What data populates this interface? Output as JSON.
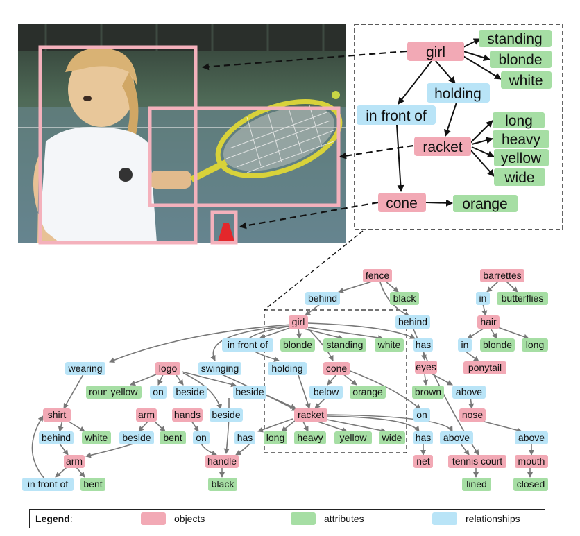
{
  "colors": {
    "object": "#f2a9b5",
    "attribute": "#a6dea4",
    "relationship": "#b9e4f7",
    "box_stroke": "#f4b1bc",
    "edge": "#777777"
  },
  "photo": {
    "description_icon": "tennis-girl-photo"
  },
  "inset_graph": {
    "nodes": [
      {
        "id": "girl",
        "label": "girl",
        "type": "object"
      },
      {
        "id": "standing",
        "label": "standing",
        "type": "attribute"
      },
      {
        "id": "blonde",
        "label": "blonde",
        "type": "attribute"
      },
      {
        "id": "white",
        "label": "white",
        "type": "attribute"
      },
      {
        "id": "holding",
        "label": "holding",
        "type": "relationship"
      },
      {
        "id": "infront",
        "label": "in front of",
        "type": "relationship"
      },
      {
        "id": "racket",
        "label": "racket",
        "type": "object"
      },
      {
        "id": "long",
        "label": "long",
        "type": "attribute"
      },
      {
        "id": "heavy",
        "label": "heavy",
        "type": "attribute"
      },
      {
        "id": "yellow",
        "label": "yellow",
        "type": "attribute"
      },
      {
        "id": "wide",
        "label": "wide",
        "type": "attribute"
      },
      {
        "id": "cone",
        "label": "cone",
        "type": "object"
      },
      {
        "id": "orange",
        "label": "orange",
        "type": "attribute"
      }
    ]
  },
  "full_graph": {
    "nodes": [
      {
        "id": "fence",
        "label": "fence",
        "type": "object"
      },
      {
        "id": "behind1",
        "label": "behind",
        "type": "relationship"
      },
      {
        "id": "black1",
        "label": "black",
        "type": "attribute"
      },
      {
        "id": "behind2",
        "label": "behind",
        "type": "relationship"
      },
      {
        "id": "girl",
        "label": "girl",
        "type": "object"
      },
      {
        "id": "infront1",
        "label": "in front of",
        "type": "relationship"
      },
      {
        "id": "blonde1",
        "label": "blonde",
        "type": "attribute"
      },
      {
        "id": "standing",
        "label": "standing",
        "type": "attribute"
      },
      {
        "id": "white1",
        "label": "white",
        "type": "attribute"
      },
      {
        "id": "has1",
        "label": "has",
        "type": "relationship"
      },
      {
        "id": "wearing",
        "label": "wearing",
        "type": "relationship"
      },
      {
        "id": "logo",
        "label": "logo",
        "type": "object"
      },
      {
        "id": "swinging",
        "label": "swinging",
        "type": "relationship"
      },
      {
        "id": "holding",
        "label": "holding",
        "type": "relationship"
      },
      {
        "id": "cone",
        "label": "cone",
        "type": "object"
      },
      {
        "id": "eyes",
        "label": "eyes",
        "type": "object"
      },
      {
        "id": "round",
        "label": "round",
        "type": "attribute"
      },
      {
        "id": "yellow1",
        "label": "yellow",
        "type": "attribute"
      },
      {
        "id": "on1",
        "label": "on",
        "type": "relationship"
      },
      {
        "id": "beside1",
        "label": "beside",
        "type": "relationship"
      },
      {
        "id": "beside2",
        "label": "beside",
        "type": "relationship"
      },
      {
        "id": "below",
        "label": "below",
        "type": "relationship"
      },
      {
        "id": "orange",
        "label": "orange",
        "type": "attribute"
      },
      {
        "id": "brown",
        "label": "brown",
        "type": "attribute"
      },
      {
        "id": "above1",
        "label": "above",
        "type": "relationship"
      },
      {
        "id": "shirt",
        "label": "shirt",
        "type": "object"
      },
      {
        "id": "arm1",
        "label": "arm",
        "type": "object"
      },
      {
        "id": "hands",
        "label": "hands",
        "type": "object"
      },
      {
        "id": "beside3",
        "label": "beside",
        "type": "relationship"
      },
      {
        "id": "racket",
        "label": "racket",
        "type": "object"
      },
      {
        "id": "on2",
        "label": "on",
        "type": "relationship"
      },
      {
        "id": "nose",
        "label": "nose",
        "type": "object"
      },
      {
        "id": "behind3",
        "label": "behind",
        "type": "relationship"
      },
      {
        "id": "white2",
        "label": "white",
        "type": "attribute"
      },
      {
        "id": "beside4",
        "label": "beside",
        "type": "relationship"
      },
      {
        "id": "bent1",
        "label": "bent",
        "type": "attribute"
      },
      {
        "id": "on3",
        "label": "on",
        "type": "relationship"
      },
      {
        "id": "has2",
        "label": "has",
        "type": "relationship"
      },
      {
        "id": "long1",
        "label": "long",
        "type": "attribute"
      },
      {
        "id": "heavy",
        "label": "heavy",
        "type": "attribute"
      },
      {
        "id": "yellow2",
        "label": "yellow",
        "type": "attribute"
      },
      {
        "id": "wide",
        "label": "wide",
        "type": "attribute"
      },
      {
        "id": "has3",
        "label": "has",
        "type": "relationship"
      },
      {
        "id": "above2",
        "label": "above",
        "type": "relationship"
      },
      {
        "id": "above3",
        "label": "above",
        "type": "relationship"
      },
      {
        "id": "arm2",
        "label": "arm",
        "type": "object"
      },
      {
        "id": "handle",
        "label": "handle",
        "type": "object"
      },
      {
        "id": "net",
        "label": "net",
        "type": "object"
      },
      {
        "id": "tennis",
        "label": "tennis court",
        "type": "object"
      },
      {
        "id": "mouth",
        "label": "mouth",
        "type": "object"
      },
      {
        "id": "infront2",
        "label": "in front of",
        "type": "relationship"
      },
      {
        "id": "bent2",
        "label": "bent",
        "type": "attribute"
      },
      {
        "id": "black2",
        "label": "black",
        "type": "attribute"
      },
      {
        "id": "lined",
        "label": "lined",
        "type": "attribute"
      },
      {
        "id": "closed",
        "label": "closed",
        "type": "attribute"
      },
      {
        "id": "barrettes",
        "label": "barrettes",
        "type": "object"
      },
      {
        "id": "in1",
        "label": "in",
        "type": "relationship"
      },
      {
        "id": "butterflies",
        "label": "butterflies",
        "type": "attribute"
      },
      {
        "id": "hair",
        "label": "hair",
        "type": "object"
      },
      {
        "id": "in2",
        "label": "in",
        "type": "relationship"
      },
      {
        "id": "blonde2",
        "label": "blonde",
        "type": "attribute"
      },
      {
        "id": "long2",
        "label": "long",
        "type": "attribute"
      },
      {
        "id": "ponytail",
        "label": "ponytail",
        "type": "object"
      }
    ]
  },
  "legend": {
    "title": "Legend",
    "title_suffix": ":",
    "objects": "objects",
    "attributes": "attributes",
    "relationships": "relationships"
  }
}
